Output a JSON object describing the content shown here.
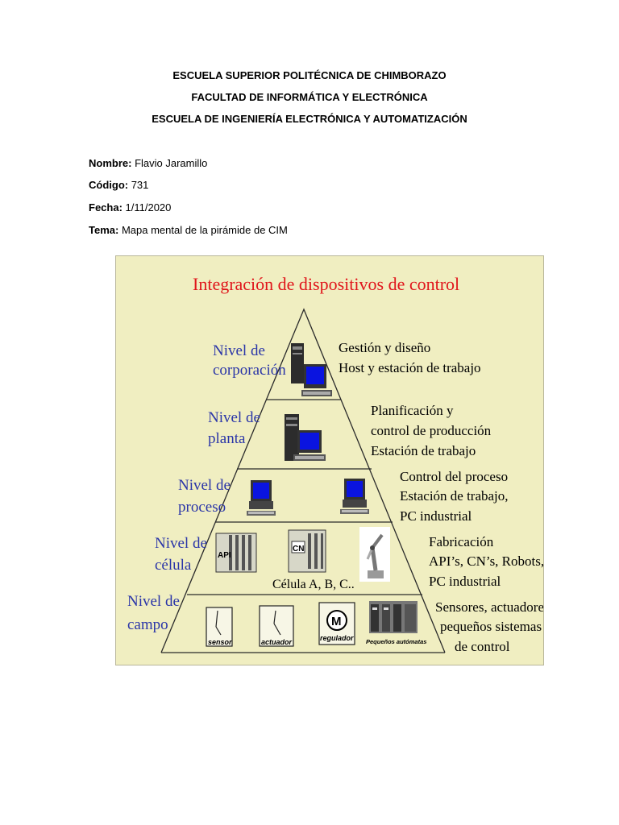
{
  "header": {
    "line1": "ESCUELA SUPERIOR POLITÉCNICA DE CHIMBORAZO",
    "line2": "FACULTAD DE INFORMÁTICA Y ELECTRÓNICA",
    "line3": "ESCUELA DE INGENIERÍA ELECTRÓNICA Y AUTOMATIZACIÓN"
  },
  "info": {
    "nombre_label": "Nombre:",
    "nombre_value": " Flavio Jaramillo",
    "codigo_label": "Código:",
    "codigo_value": " 731",
    "fecha_label": "Fecha:",
    "fecha_value": " 1/11/2020",
    "tema_label": "Tema:",
    "tema_value": " Mapa mental de la pirámide de CIM"
  },
  "figure": {
    "title": "Integración de dispositivos de control",
    "colors": {
      "background": "#f0eec1",
      "title": "#e0151b",
      "level_text": "#2a35a8",
      "body_text": "#000000",
      "screen": "#0a14e0"
    },
    "levels": [
      {
        "name_l1": "Nivel de",
        "name_l2": "corporación",
        "desc": [
          "Gestión y diseño",
          "Host y estación de trabajo"
        ]
      },
      {
        "name_l1": "Nivel de",
        "name_l2": "planta",
        "desc": [
          "Planificación y",
          "control de producción",
          "Estación de trabajo"
        ]
      },
      {
        "name_l1": "Nivel de",
        "name_l2": "proceso",
        "desc": [
          "Control del proceso",
          "Estación de trabajo,",
          "PC industrial"
        ]
      },
      {
        "name_l1": "Nivel de",
        "name_l2": "célula",
        "desc": [
          "Fabricación",
          "API’s, CN’s, Robots,",
          "PC industrial"
        ]
      },
      {
        "name_l1": "Nivel de",
        "name_l2": "campo",
        "desc": [
          "Sensores, actuadores,",
          "pequeños sistemas",
          "de control"
        ]
      }
    ],
    "cell_caption": "Célula A, B, C..",
    "device_labels": {
      "api": "API",
      "cn": "CN",
      "sensor": "sensor",
      "actuador": "actuador",
      "regulador": "regulador",
      "regulador_symbol": "M",
      "automatas": "Pequeños autómatas"
    }
  }
}
